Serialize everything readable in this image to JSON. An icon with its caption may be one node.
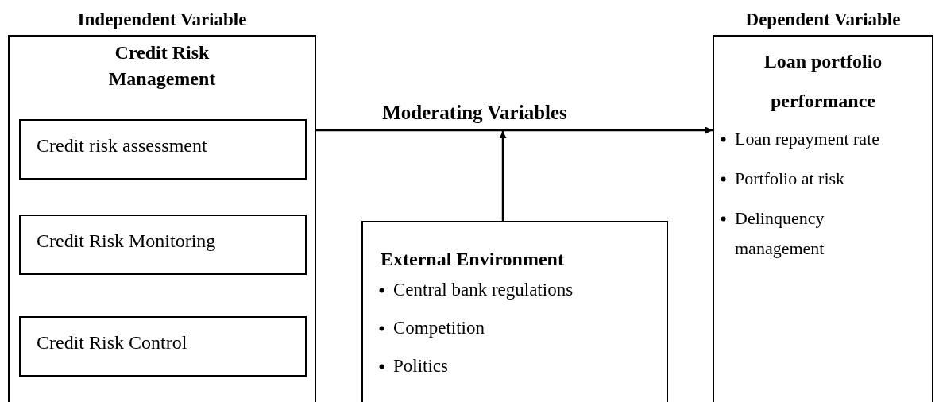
{
  "diagram": {
    "nodes": [
      {
        "text": [
          "Independent Variable",
          "Credit Risk Management"
        ]
      },
      {
        "text": [
          "Credit risk assessment"
        ],
        "in": 0
      },
      {
        "text": [
          "Credit Risk Monitoring"
        ],
        "in": 0
      },
      {
        "text": [
          "Credit Risk Control"
        ],
        "in": 0
      },
      {
        "text": [
          "Dependent Variable",
          "Loan portfolio performance",
          "Loan repayment rate",
          "Portfolio at risk",
          "Delinquency management"
        ]
      },
      {
        "text": [
          "External Environment",
          "Central bank regulations",
          "Competition",
          "Politics"
        ]
      }
    ],
    "edges": [
      {
        "from": 0,
        "to": 4,
        "arrow": "to",
        "label": "Moderating Variables"
      },
      {
        "from": 5,
        "to": null,
        "arrow": "to"
      }
    ]
  }
}
